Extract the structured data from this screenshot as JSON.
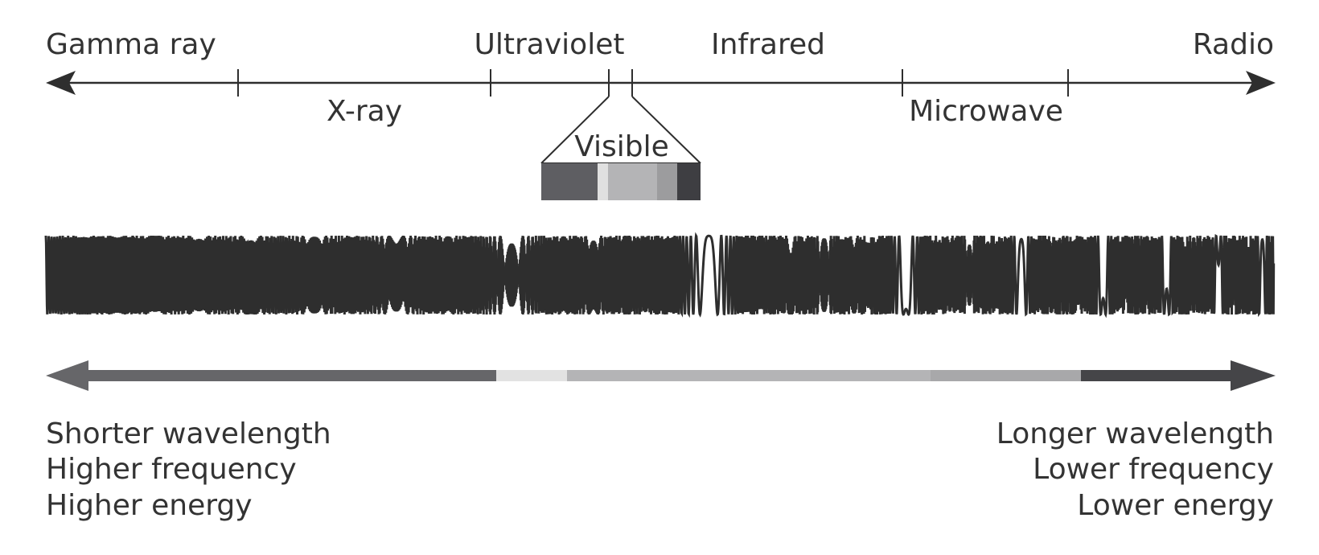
{
  "spectrum_bands": {
    "gamma": "Gamma ray",
    "xray": "X-ray",
    "ultraviolet": "Ultraviolet",
    "visible": "Visible",
    "infrared": "Infrared",
    "microwave": "Microwave",
    "radio": "Radio"
  },
  "left_properties": {
    "line1": "Shorter wavelength",
    "line2": "Higher frequency",
    "line3": "Higher energy"
  },
  "right_properties": {
    "line1": "Longer wavelength",
    "line2": "Lower frequency",
    "line3": "Lower energy"
  },
  "colors": {
    "visible_band": [
      "#5e5e62",
      "#e0e0e0",
      "#b4b4b6",
      "#9c9c9e",
      "#3e3e42"
    ],
    "gradient_arrow": [
      "#666669",
      "#e2e2e2",
      "#b4b4b6",
      "#a8a8aa",
      "#454548"
    ]
  }
}
